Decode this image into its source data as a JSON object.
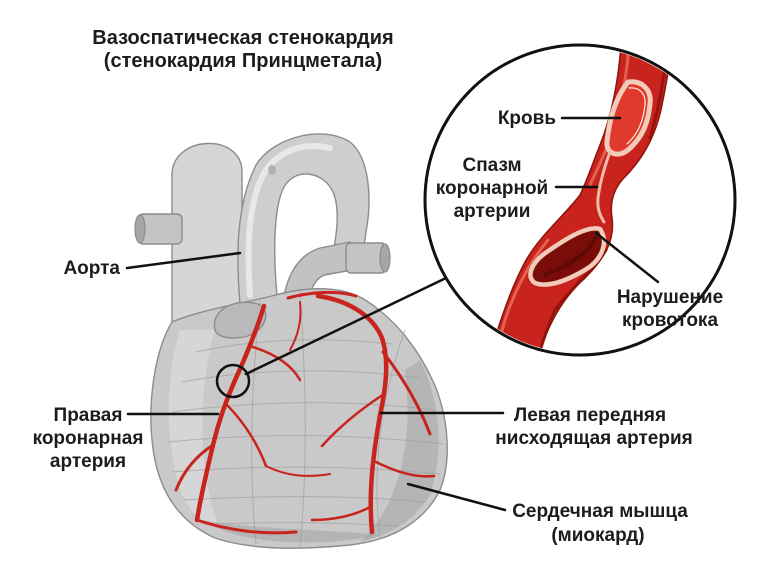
{
  "title": {
    "line1": "Вазоспатическая стенокардия",
    "line2": "(стенокардия Принцметала)"
  },
  "labels": {
    "aorta": "Аорта",
    "right_coronary_artery": [
      "Правая",
      "коронарная",
      "артерия"
    ],
    "left_anterior_descending": [
      "Левая передняя",
      "нисходящая артерия"
    ],
    "myocardium": [
      "Сердечная мышца",
      "(миокард)"
    ],
    "blood": "Кровь",
    "coronary_spasm": [
      "Спазм",
      "коронарной",
      "артерии"
    ],
    "flow_disruption": [
      "Нарушение",
      "кровотока"
    ]
  },
  "colors": {
    "artery": "#c8231c",
    "artery_bright": "#e03a2c",
    "lumen": "#7a0d08",
    "vessel_wall": "#f2cbbb",
    "heart": "#c9c9c9"
  }
}
